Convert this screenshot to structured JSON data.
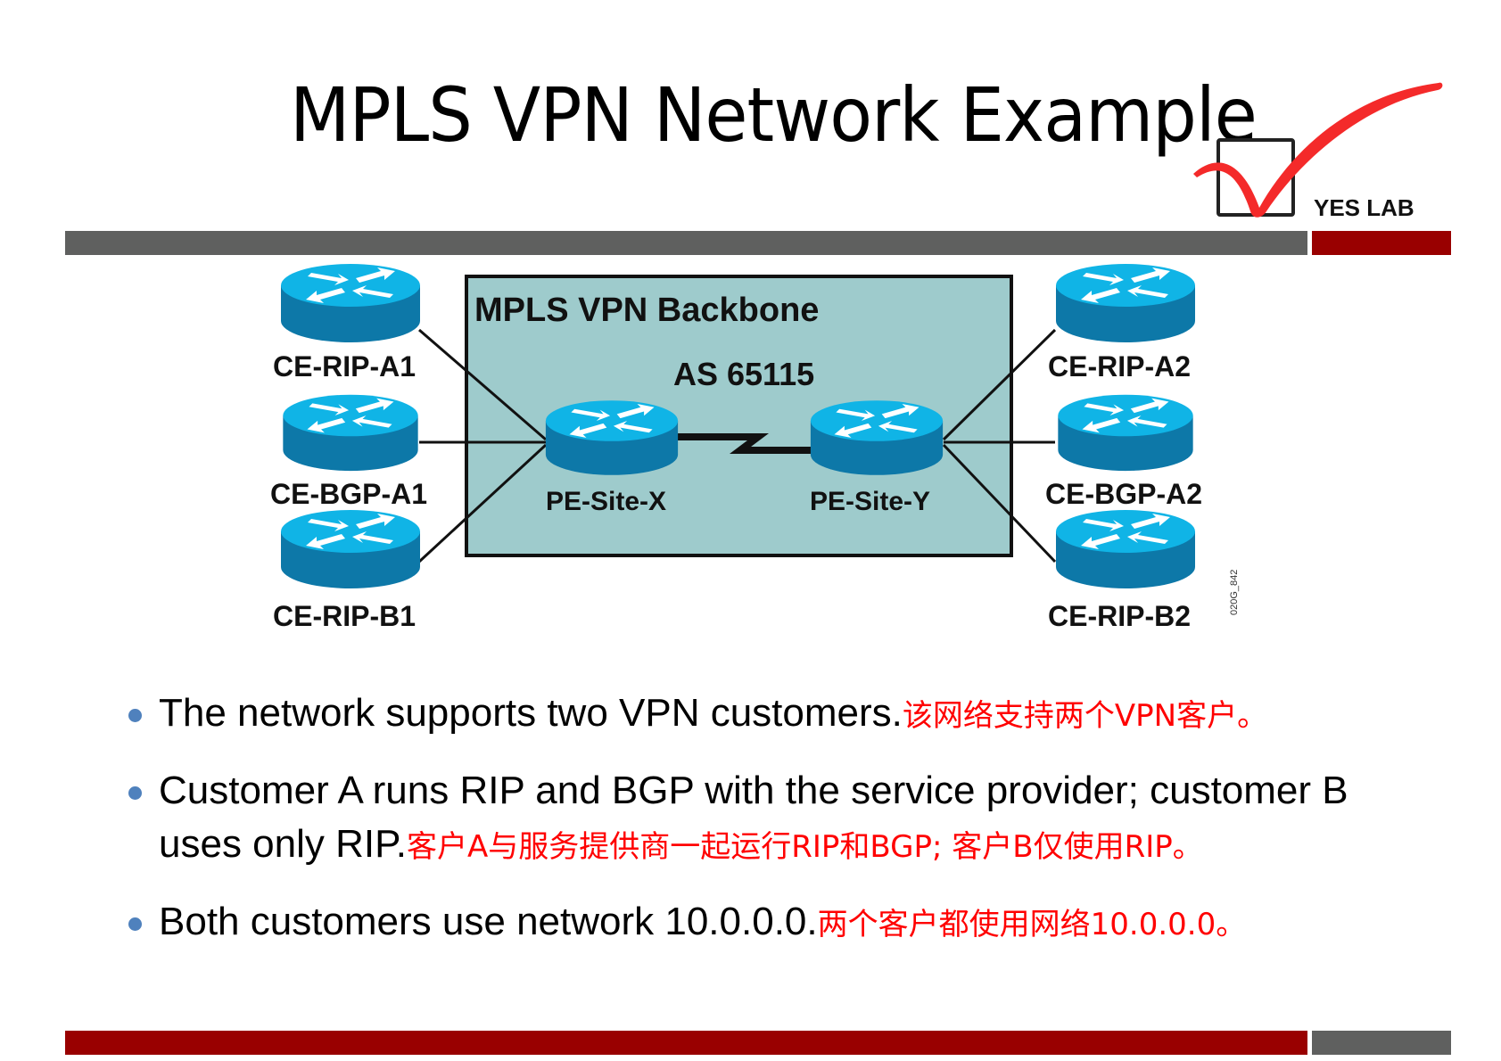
{
  "slide": {
    "title": "MPLS VPN Network Example",
    "logo_text": "YES LAB",
    "colors": {
      "dark_red": "#990000",
      "gray": "#5f605f",
      "router_top": "#10b4e6",
      "router_side": "#0d78a8",
      "backbone_fill": "#9ecbcc",
      "zh_text": "#ff0000",
      "bullet_dot": "#4f81bd"
    }
  },
  "diagram": {
    "backbone_title": "MPLS VPN Backbone",
    "as_label": "AS 65115",
    "figure_id": "020G_842",
    "pe_routers": [
      {
        "id": "pe-x",
        "label": "PE-Site-X"
      },
      {
        "id": "pe-y",
        "label": "PE-Site-Y"
      }
    ],
    "ce_routers": [
      {
        "id": "ce-rip-a1",
        "label": "CE-RIP-A1",
        "connects_to": "pe-x"
      },
      {
        "id": "ce-bgp-a1",
        "label": "CE-BGP-A1",
        "connects_to": "pe-x"
      },
      {
        "id": "ce-rip-b1",
        "label": "CE-RIP-B1",
        "connects_to": "pe-x"
      },
      {
        "id": "ce-rip-a2",
        "label": "CE-RIP-A2",
        "connects_to": "pe-y"
      },
      {
        "id": "ce-bgp-a2",
        "label": "CE-BGP-A2",
        "connects_to": "pe-y"
      },
      {
        "id": "ce-rip-b2",
        "label": "CE-RIP-B2",
        "connects_to": "pe-y"
      }
    ],
    "links": [
      {
        "from": "pe-x",
        "to": "pe-y",
        "type": "serial"
      }
    ]
  },
  "bullets": [
    {
      "en": "The network supports two VPN customers.",
      "zh": "该网络支持两个VPN客户。"
    },
    {
      "en": "Customer A runs RIP and BGP with the service provider; customer B uses only RIP.",
      "zh": "客户A与服务提供商一起运行RIP和BGP; 客户B仅使用RIP。"
    },
    {
      "en": "Both customers use network 10.0.0.0.",
      "zh": "两个客户都使用网络10.0.0.0。"
    }
  ]
}
